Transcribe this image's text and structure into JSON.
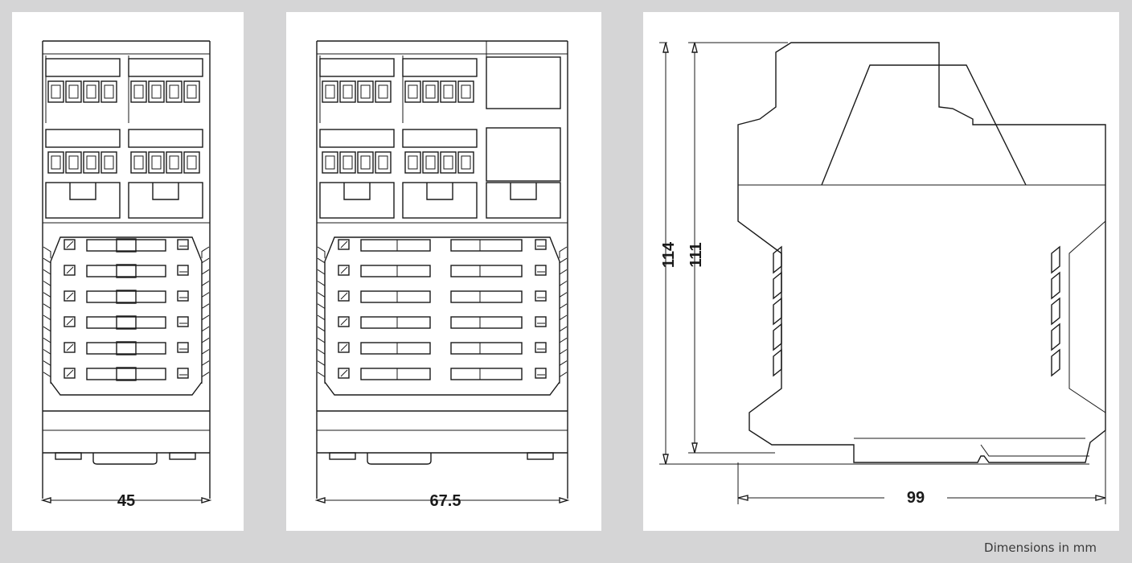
{
  "views": [
    {
      "name": "front-view-45",
      "width_label": "45"
    },
    {
      "name": "front-view-67-5",
      "width_label": "67.5"
    },
    {
      "name": "side-view",
      "depth_label": "99",
      "outer_height_label": "114",
      "inner_height_label": "111"
    }
  ],
  "footer": {
    "note": "Dimensions in mm"
  },
  "colors": {
    "background": "#d5d5d6",
    "panel": "#ffffff",
    "line": "#1a1a1a"
  }
}
